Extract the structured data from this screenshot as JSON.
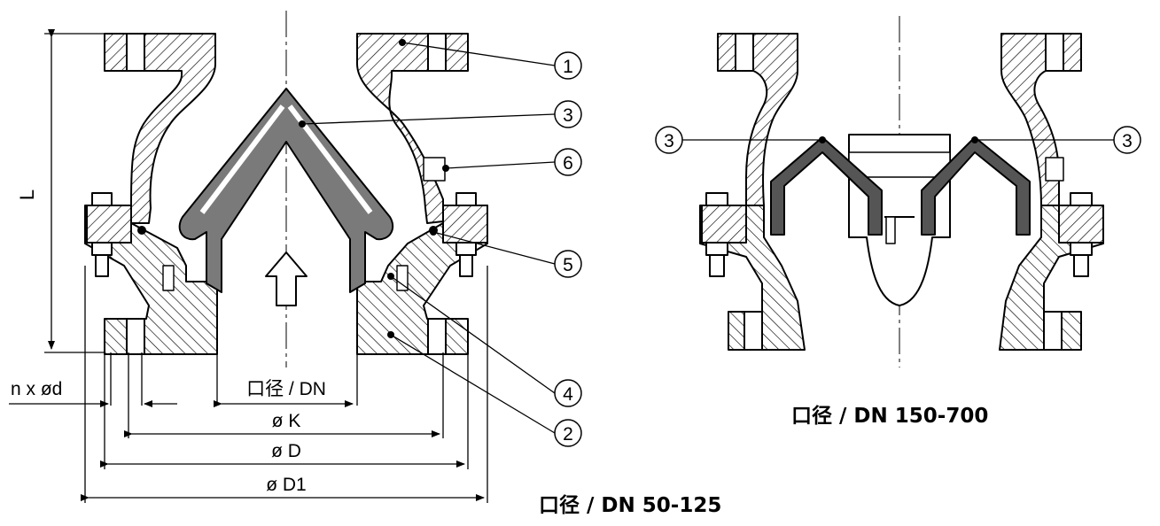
{
  "left_view": {
    "caption": "口径 / DN 50-125",
    "dimensions": {
      "length": "L",
      "bolt_holes": "n x ød",
      "bore": "口径 / DN",
      "bolt_circle": "ø K",
      "flange_outer": "ø D",
      "overall_outer": "ø D1"
    },
    "callouts": [
      "1",
      "3",
      "6",
      "5",
      "4",
      "2"
    ]
  },
  "right_view": {
    "caption": "口径 / DN 150-700",
    "callouts": [
      "3",
      "3"
    ]
  }
}
